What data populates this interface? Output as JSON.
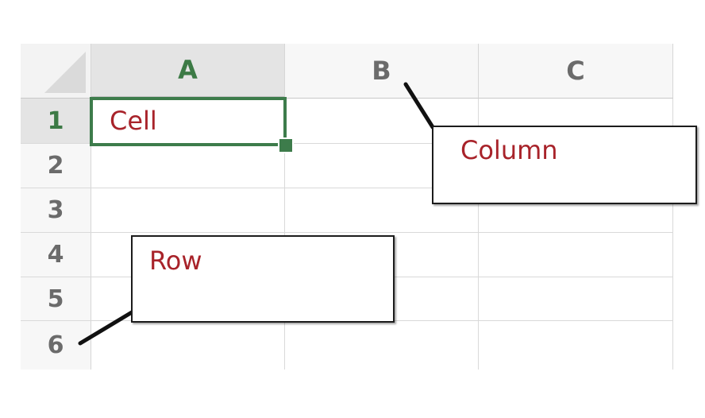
{
  "sheet": {
    "columns": [
      "A",
      "B",
      "C"
    ],
    "rows": [
      "1",
      "2",
      "3",
      "4",
      "5",
      "6"
    ],
    "active_column": "A",
    "active_row": "1",
    "selected_cell": "A1"
  },
  "labels": {
    "cell": "Cell",
    "column": "Column",
    "row": "Row"
  },
  "colors": {
    "selection": "#3d7c4b",
    "label_text": "#a8232a",
    "header_active_text": "#3c7a45"
  }
}
